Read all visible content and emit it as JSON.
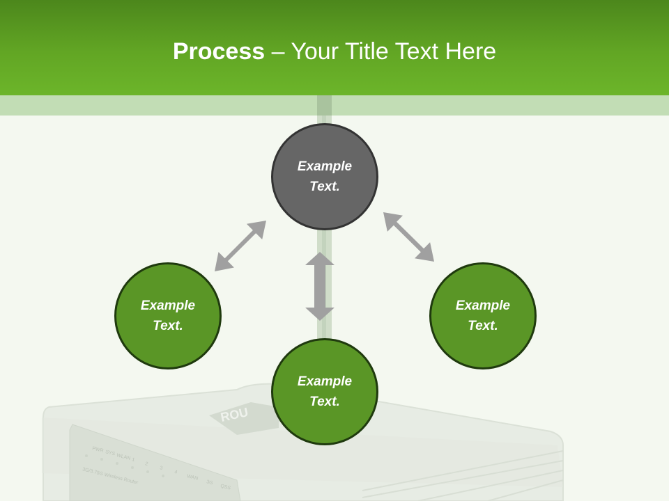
{
  "slide": {
    "title_bold": "Process",
    "title_rest": " – Your Title Text Here"
  },
  "diagram": {
    "nodes": [
      {
        "id": "top",
        "label": "Example\nText.",
        "color": "#666666"
      },
      {
        "id": "left",
        "label": "Example\nText.",
        "color": "#5a9626"
      },
      {
        "id": "bottom",
        "label": "Example\nText.",
        "color": "#5a9626"
      },
      {
        "id": "right",
        "label": "Example\nText.",
        "color": "#5a9626"
      }
    ],
    "arrows": [
      {
        "from": "left",
        "to": "top",
        "type": "double"
      },
      {
        "from": "top",
        "to": "right",
        "type": "double"
      },
      {
        "from": "top",
        "to": "bottom",
        "type": "double"
      }
    ],
    "arrow_color": "#a0a0a0"
  },
  "background_device": {
    "brand_text": "ROU",
    "port_labels": [
      "PWR",
      "SYS",
      "WLAN",
      "1",
      "2",
      "3",
      "4",
      "WAN",
      "3G",
      "QSS"
    ],
    "model_text": "3G/3.75G Wireless Router"
  }
}
